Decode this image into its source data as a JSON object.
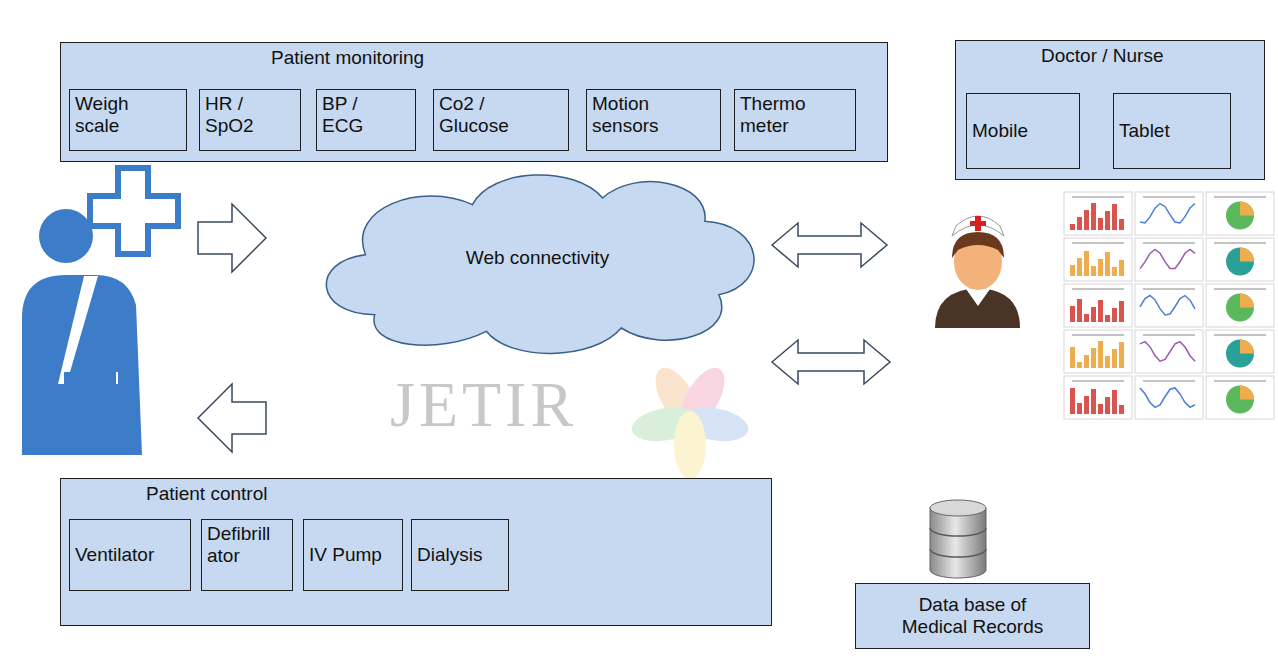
{
  "diagram": {
    "nodes": [
      {
        "text": [
          "Patient monitoring"
        ]
      },
      {
        "text": [
          "Weigh scale"
        ],
        "in": 0
      },
      {
        "text": [
          "HR / SpO2"
        ],
        "in": 0
      },
      {
        "text": [
          "BP / ECG"
        ],
        "in": 0
      },
      {
        "text": [
          "Co2 / Glucose"
        ],
        "in": 0
      },
      {
        "text": [
          "Motion sensors"
        ],
        "in": 0
      },
      {
        "text": [
          "Thermo meter"
        ],
        "in": 0
      },
      {
        "text": [
          "Doctor / Nurse"
        ]
      },
      {
        "text": [
          "Mobile"
        ],
        "in": 7
      },
      {
        "text": [
          "Tablet"
        ],
        "in": 7
      },
      {
        "text": [
          "Web connectivity"
        ]
      },
      {
        "text": [
          "Patient control"
        ]
      },
      {
        "text": [
          "Ventilator"
        ],
        "in": 11
      },
      {
        "text": [
          "Defibrill ator"
        ],
        "in": 11
      },
      {
        "text": [
          "IV Pump"
        ],
        "in": 11
      },
      {
        "text": [
          "Dialysis"
        ],
        "in": 11
      },
      {
        "text": [
          "Data base of Medical Records"
        ]
      }
    ],
    "edges": [
      {
        "from": 10,
        "to": 7,
        "arrow": "both"
      },
      {
        "from": 10,
        "to": 16,
        "arrow": "both"
      }
    ],
    "labels": [
      "JETIR"
    ]
  }
}
